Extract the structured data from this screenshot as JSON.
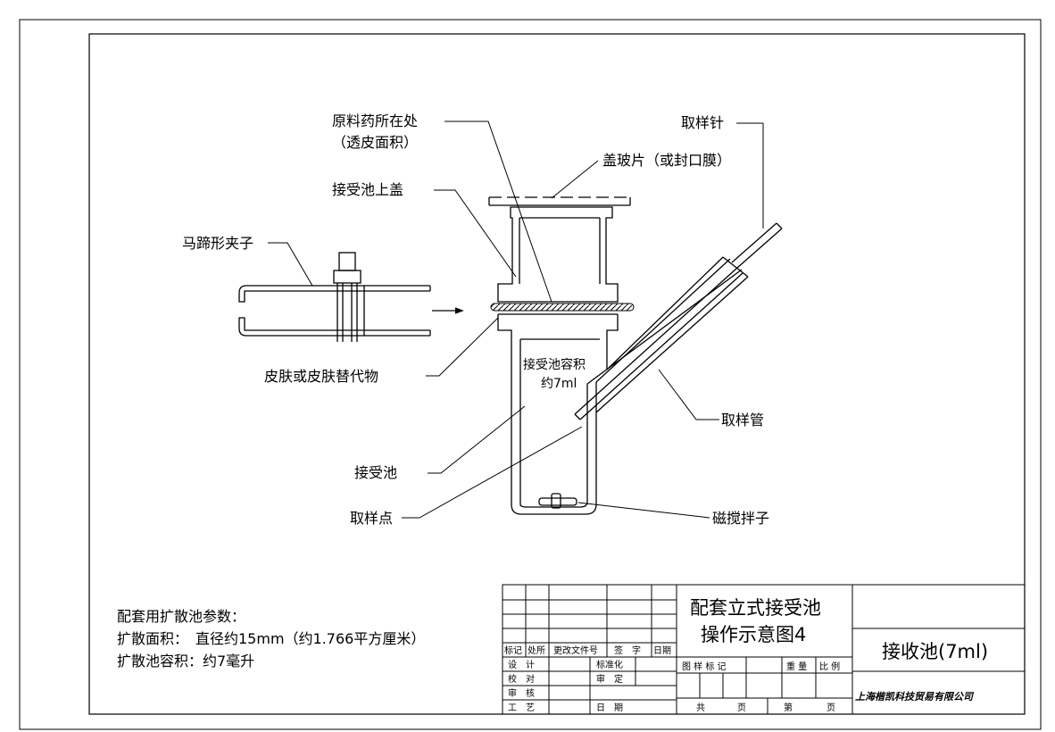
{
  "labels": {
    "raw_material": "原料药所在处",
    "permeation_area": "（透皮面积）",
    "sampling_needle": "取样针",
    "cover_glass": "盖玻片（或封口膜）",
    "receptor_lid": "接受池上盖",
    "horseshoe_clamp": "马蹄形夹子",
    "skin": "皮肤或皮肤替代物",
    "pool_volume_1": "接受池容积",
    "pool_volume_2": "约7ml",
    "sampling_tube": "取样管",
    "receptor_pool": "接受池",
    "sampling_point": "取样点",
    "stir_bar": "磁搅拌子"
  },
  "params": {
    "title": "配套用扩散池参数：",
    "area": "扩散面积：　直径约15mm（约1.766平方厘米）",
    "volume": "扩散池容积：约7毫升"
  },
  "title_block": {
    "drawing_title_1": "配套立式接受池",
    "drawing_title_2": "操作示意图4",
    "drawing_name": "接收池(7ml)",
    "company": "上海楷凯科技贸易有限公司",
    "h_mark": "标记",
    "h_place": "处所",
    "h_change": "更改文件号",
    "h_sign": "签　字",
    "h_date": "日期",
    "design": "设　计",
    "check": "校　对",
    "review": "审　核",
    "process": "工　艺",
    "standard": "标准化",
    "approve": "审　定",
    "date": "日　期",
    "sample_mark": "图 样 标 记",
    "weight": "重 量",
    "scale": "比 例",
    "total": "共",
    "page1": "页",
    "sheet": "第",
    "page2": "页"
  }
}
